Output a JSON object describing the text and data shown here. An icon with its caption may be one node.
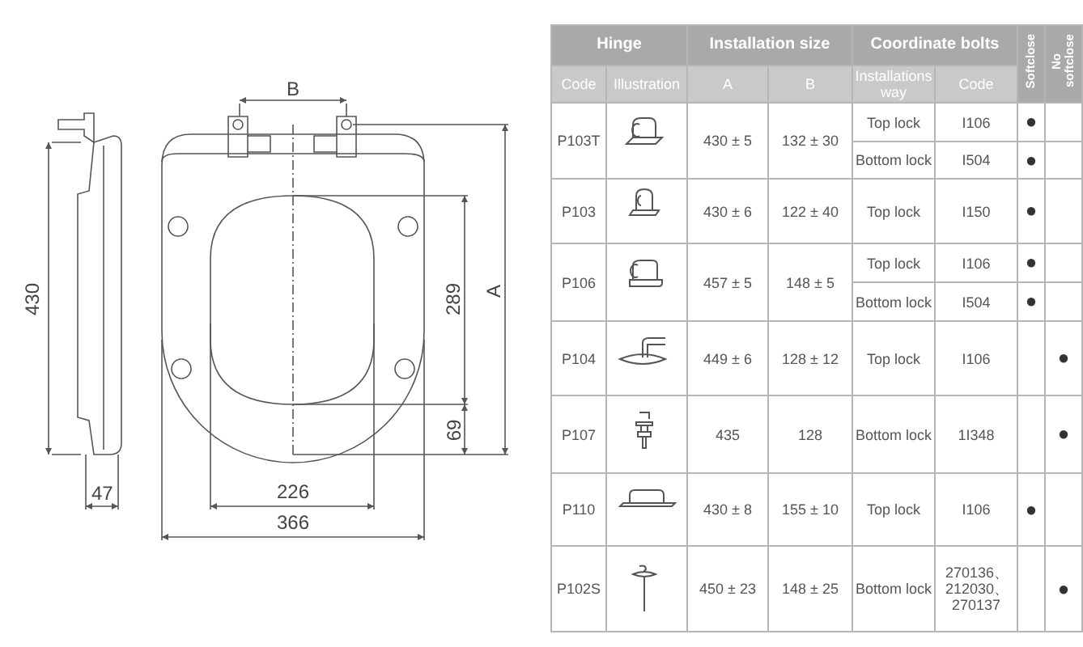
{
  "diagram": {
    "labels": [
      "B",
      "430",
      "289",
      "A",
      "69",
      "47",
      "226",
      "366",
      "Hinge",
      "Installation size",
      "Coordinate bolts",
      "Softclose",
      "No softclose",
      "Code",
      "Illustration",
      "A",
      "B",
      "Installations way",
      "Code",
      "P103T",
      "430 ± 5",
      "132 ± 30",
      "Top lock",
      "I106",
      "●",
      "Bottom lock",
      "I504",
      "●",
      "P103",
      "430 ± 6",
      "122 ± 40",
      "Top lock",
      "I150",
      "●",
      "P106",
      "457 ± 5",
      "148 ± 5",
      "Top lock",
      "I106",
      "●",
      "Bottom lock",
      "I504",
      "●",
      "P104",
      "449 ± 6",
      "128 ± 12",
      "Top lock",
      "I106",
      "●",
      "P107",
      "435",
      "128",
      "Bottom lock",
      "1I348",
      "●",
      "P110",
      "430 ± 8",
      "155 ± 10",
      "Top lock",
      "I106",
      "●",
      "P102S",
      "450 ± 23",
      "148 ± 25",
      "Bottom lock",
      "270136、 212030、 270137",
      "●"
    ]
  }
}
